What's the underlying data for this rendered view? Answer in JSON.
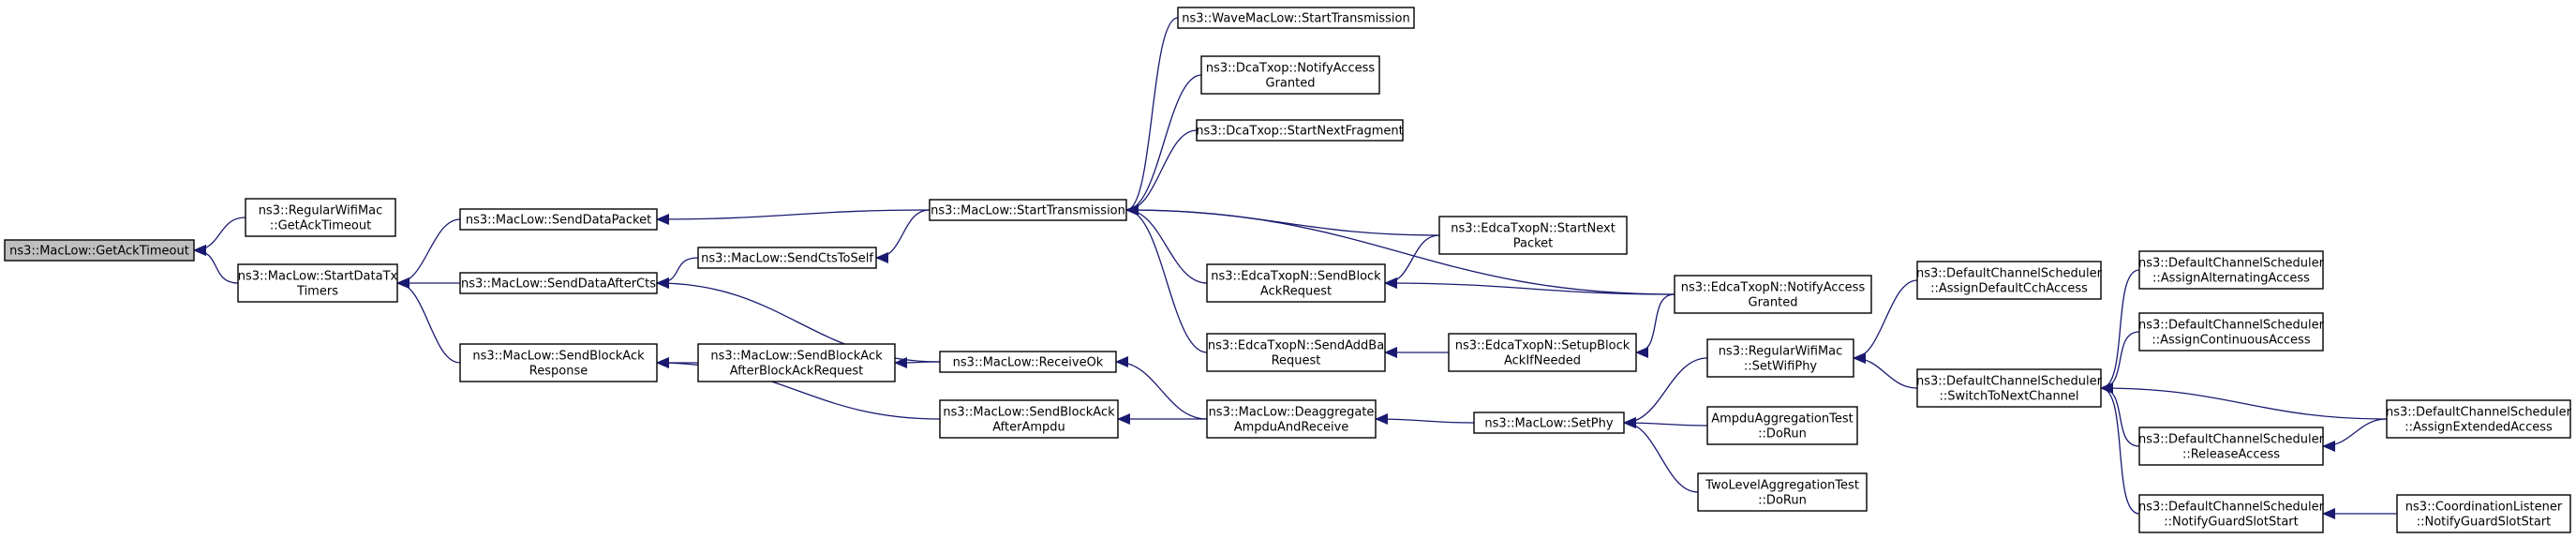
{
  "nodes": [
    {
      "id": "getacktimeout",
      "lines": [
        "ns3::MacLow::GetAckTimeout"
      ],
      "root": true
    },
    {
      "id": "regularwifimac_getacktimeout",
      "lines": [
        "ns3::RegularWifiMac",
        "::GetAckTimeout"
      ]
    },
    {
      "id": "startdatatxtimers",
      "lines": [
        "ns3::MacLow::StartDataTx",
        "Timers"
      ]
    },
    {
      "id": "senddatapacket",
      "lines": [
        "ns3::MacLow::SendDataPacket"
      ]
    },
    {
      "id": "senddataaftercts",
      "lines": [
        "ns3::MacLow::SendDataAfterCts"
      ]
    },
    {
      "id": "sendblockackresponse",
      "lines": [
        "ns3::MacLow::SendBlockAck",
        "Response"
      ]
    },
    {
      "id": "sendctstoself",
      "lines": [
        "ns3::MacLow::SendCtsToSelf"
      ]
    },
    {
      "id": "sendblockackafterblockackrequest",
      "lines": [
        "ns3::MacLow::SendBlockAck",
        "AfterBlockAckRequest"
      ]
    },
    {
      "id": "receiveok",
      "lines": [
        "ns3::MacLow::ReceiveOk"
      ]
    },
    {
      "id": "sendblockackafterampdu",
      "lines": [
        "ns3::MacLow::SendBlockAck",
        "AfterAmpdu"
      ]
    },
    {
      "id": "starttransmission",
      "lines": [
        "ns3::MacLow::StartTransmission"
      ]
    },
    {
      "id": "wavemaclow_starttransmission",
      "lines": [
        "ns3::WaveMacLow::StartTransmission"
      ]
    },
    {
      "id": "dcatxop_notifyaccessgranted",
      "lines": [
        "ns3::DcaTxop::NotifyAccess",
        "Granted"
      ]
    },
    {
      "id": "dcatxop_startnextfragment",
      "lines": [
        "ns3::DcaTxop::StartNextFragment"
      ]
    },
    {
      "id": "edcatxopn_sendblockackrequest",
      "lines": [
        "ns3::EdcaTxopN::SendBlock",
        "AckRequest"
      ]
    },
    {
      "id": "edcatxopn_sendaddbarequest",
      "lines": [
        "ns3::EdcaTxopN::SendAddBa",
        "Request"
      ]
    },
    {
      "id": "deaggregateampduandreceive",
      "lines": [
        "ns3::MacLow::Deaggregate",
        "AmpduAndReceive"
      ]
    },
    {
      "id": "edcatxopn_startnextpacket",
      "lines": [
        "ns3::EdcaTxopN::StartNext",
        "Packet"
      ]
    },
    {
      "id": "edcatxopn_setupblockackifneeded",
      "lines": [
        "ns3::EdcaTxopN::SetupBlock",
        "AckIfNeeded"
      ]
    },
    {
      "id": "edcatxopn_notifyaccessgranted",
      "lines": [
        "ns3::EdcaTxopN::NotifyAccess",
        "Granted"
      ]
    },
    {
      "id": "setphy",
      "lines": [
        "ns3::MacLow::SetPhy"
      ]
    },
    {
      "id": "regularwifimac_setwifiphy",
      "lines": [
        "ns3::RegularWifiMac",
        "::SetWifiPhy"
      ]
    },
    {
      "id": "ampduaggregationtest_dorun",
      "lines": [
        "AmpduAggregationTest",
        "::DoRun"
      ]
    },
    {
      "id": "twolevelaggregationtest_dorun",
      "lines": [
        "TwoLevelAggregationTest",
        "::DoRun"
      ]
    },
    {
      "id": "dcs_assigndefaultcchaccess",
      "lines": [
        "ns3::DefaultChannelScheduler",
        "::AssignDefaultCchAccess"
      ]
    },
    {
      "id": "dcs_switchtonextchannel",
      "lines": [
        "ns3::DefaultChannelScheduler",
        "::SwitchToNextChannel"
      ]
    },
    {
      "id": "dcs_assignalternatingaccess",
      "lines": [
        "ns3::DefaultChannelScheduler",
        "::AssignAlternatingAccess"
      ]
    },
    {
      "id": "dcs_assigncontinuousaccess",
      "lines": [
        "ns3::DefaultChannelScheduler",
        "::AssignContinuousAccess"
      ]
    },
    {
      "id": "dcs_releaseaccess",
      "lines": [
        "ns3::DefaultChannelScheduler",
        "::ReleaseAccess"
      ]
    },
    {
      "id": "dcs_notifyguardslotstart",
      "lines": [
        "ns3::DefaultChannelScheduler",
        "::NotifyGuardSlotStart"
      ]
    },
    {
      "id": "dcs_assignextendedaccess",
      "lines": [
        "ns3::DefaultChannelScheduler",
        "::AssignExtendedAccess"
      ]
    },
    {
      "id": "coordinationlistener_notifyguardslotstart",
      "lines": [
        "ns3::CoordinationListener",
        "::NotifyGuardSlotStart"
      ]
    }
  ],
  "edges": [
    [
      "regularwifimac_getacktimeout",
      "getacktimeout"
    ],
    [
      "startdatatxtimers",
      "getacktimeout"
    ],
    [
      "senddatapacket",
      "startdatatxtimers"
    ],
    [
      "senddataaftercts",
      "startdatatxtimers"
    ],
    [
      "sendblockackresponse",
      "startdatatxtimers"
    ],
    [
      "starttransmission",
      "senddatapacket"
    ],
    [
      "sendctstoself",
      "senddataaftercts"
    ],
    [
      "receiveok",
      "senddataaftercts"
    ],
    [
      "sendblockackafterblockackrequest",
      "sendblockackresponse"
    ],
    [
      "sendblockackafterampdu",
      "sendblockackresponse"
    ],
    [
      "starttransmission",
      "sendctstoself"
    ],
    [
      "receiveok",
      "sendblockackafterblockackrequest"
    ],
    [
      "deaggregateampduandreceive",
      "receiveok"
    ],
    [
      "deaggregateampduandreceive",
      "sendblockackafterampdu"
    ],
    [
      "wavemaclow_starttransmission",
      "starttransmission"
    ],
    [
      "dcatxop_notifyaccessgranted",
      "starttransmission"
    ],
    [
      "dcatxop_startnextfragment",
      "starttransmission"
    ],
    [
      "edcatxopn_notifyaccessgranted",
      "starttransmission"
    ],
    [
      "edcatxopn_startnextpacket",
      "starttransmission"
    ],
    [
      "edcatxopn_sendblockackrequest",
      "starttransmission"
    ],
    [
      "edcatxopn_sendaddbarequest",
      "starttransmission"
    ],
    [
      "edcatxopn_startnextpacket",
      "edcatxopn_sendblockackrequest"
    ],
    [
      "edcatxopn_notifyaccessgranted",
      "edcatxopn_sendblockackrequest"
    ],
    [
      "edcatxopn_setupblockackifneeded",
      "edcatxopn_sendaddbarequest"
    ],
    [
      "edcatxopn_notifyaccessgranted",
      "edcatxopn_setupblockackifneeded"
    ],
    [
      "setphy",
      "deaggregateampduandreceive"
    ],
    [
      "regularwifimac_setwifiphy",
      "setphy"
    ],
    [
      "ampduaggregationtest_dorun",
      "setphy"
    ],
    [
      "twolevelaggregationtest_dorun",
      "setphy"
    ],
    [
      "dcs_assigndefaultcchaccess",
      "regularwifimac_setwifiphy"
    ],
    [
      "dcs_switchtonextchannel",
      "regularwifimac_setwifiphy"
    ],
    [
      "dcs_assignalternatingaccess",
      "dcs_switchtonextchannel"
    ],
    [
      "dcs_assigncontinuousaccess",
      "dcs_switchtonextchannel"
    ],
    [
      "dcs_assignextendedaccess",
      "dcs_switchtonextchannel"
    ],
    [
      "dcs_releaseaccess",
      "dcs_switchtonextchannel"
    ],
    [
      "dcs_notifyguardslotstart",
      "dcs_switchtonextchannel"
    ],
    [
      "dcs_assignextendedaccess",
      "dcs_releaseaccess"
    ],
    [
      "coordinationlistener_notifyguardslotstart",
      "dcs_notifyguardslotstart"
    ]
  ]
}
